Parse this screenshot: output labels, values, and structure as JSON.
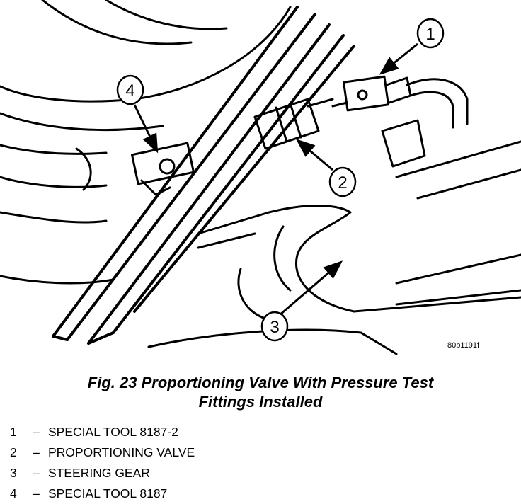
{
  "figure": {
    "drawing_code": "80b1191f",
    "caption_line1": "Fig. 23 Proportioning Valve With Pressure Test",
    "caption_line2": "Fittings Installed"
  },
  "callouts": [
    {
      "number": "1",
      "label": "SPECIAL TOOL 8187-2"
    },
    {
      "number": "2",
      "label": "PROPORTIONING VALVE"
    },
    {
      "number": "3",
      "label": "STEERING GEAR"
    },
    {
      "number": "4",
      "label": "SPECIAL TOOL 8187"
    }
  ],
  "legend_separator": "–"
}
